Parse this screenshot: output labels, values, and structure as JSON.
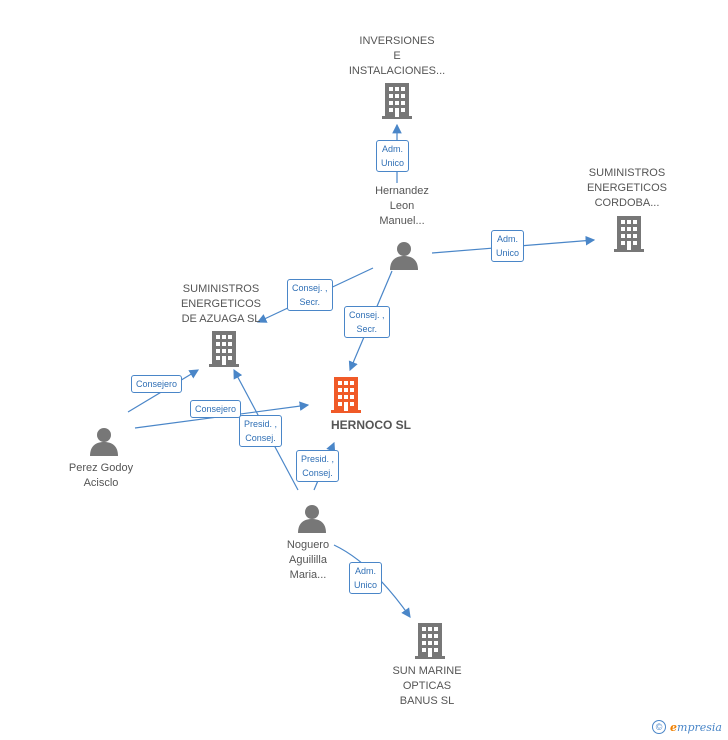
{
  "colors": {
    "edge": "#4a86c8",
    "node": "#777777",
    "main": "#f05a28"
  },
  "nodes": {
    "inversiones": {
      "label": "INVERSIONES\nE\nINSTALACIONES...",
      "icon": "building-icon"
    },
    "hernandez": {
      "label": "Hernandez\nLeon\nManuel...",
      "icon": "person-icon"
    },
    "cordoba": {
      "label": "SUMINISTROS\nENERGETICOS\nCORDOBA...",
      "icon": "building-icon"
    },
    "azuaga": {
      "label": "SUMINISTROS\nENERGETICOS\nDE AZUAGA SL",
      "icon": "building-icon"
    },
    "hernoco": {
      "label": "HERNOCO SL",
      "icon": "building-icon"
    },
    "perez": {
      "label": "Perez Godoy\nAcisclo",
      "icon": "person-icon"
    },
    "noguero": {
      "label": "Noguero\nAguililla\nMaria...",
      "icon": "person-icon"
    },
    "sunmarine": {
      "label": "SUN MARINE\nOPTICAS\nBANUS SL",
      "icon": "building-icon"
    }
  },
  "edges": {
    "e1": "Adm.\nUnico",
    "e2": "Adm.\nUnico",
    "e3": "Consej. ,\nSecr.",
    "e4": "Consej. ,\nSecr.",
    "e5": "Consejero",
    "e6": "Consejero",
    "e7": "Presid. ,\nConsej.",
    "e8": "Presid. ,\nConsej.",
    "e9": "Adm.\nUnico"
  },
  "footer": {
    "copyright": "©",
    "brand_first": "e",
    "brand_rest": "mpresia"
  }
}
